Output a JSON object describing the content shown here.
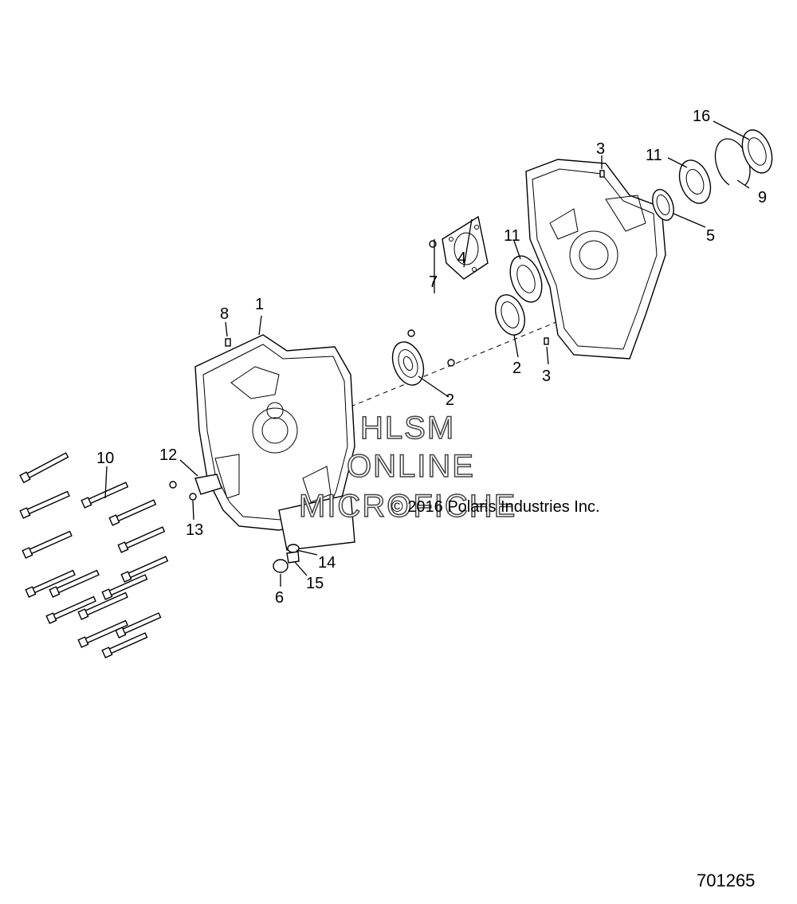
{
  "diagram": {
    "callouts": [
      {
        "id": "c1",
        "text": "1"
      },
      {
        "id": "c2a",
        "text": "2"
      },
      {
        "id": "c2b",
        "text": "2"
      },
      {
        "id": "c3a",
        "text": "3"
      },
      {
        "id": "c3b",
        "text": "3"
      },
      {
        "id": "c4",
        "text": "4"
      },
      {
        "id": "c5",
        "text": "5"
      },
      {
        "id": "c6",
        "text": "6"
      },
      {
        "id": "c7",
        "text": "7"
      },
      {
        "id": "c8",
        "text": "8"
      },
      {
        "id": "c9",
        "text": "9"
      },
      {
        "id": "c10",
        "text": "10"
      },
      {
        "id": "c11a",
        "text": "11"
      },
      {
        "id": "c11b",
        "text": "11"
      },
      {
        "id": "c12",
        "text": "12"
      },
      {
        "id": "c13",
        "text": "13"
      },
      {
        "id": "c14",
        "text": "14"
      },
      {
        "id": "c15",
        "text": "15"
      },
      {
        "id": "c16",
        "text": "16"
      }
    ],
    "watermark": {
      "line1": "HLSM",
      "line2": "ONLINE",
      "line3": "MICROFICHE"
    },
    "copyright": "© 2016 Polaris Industries Inc.",
    "figure_number": "701265"
  }
}
